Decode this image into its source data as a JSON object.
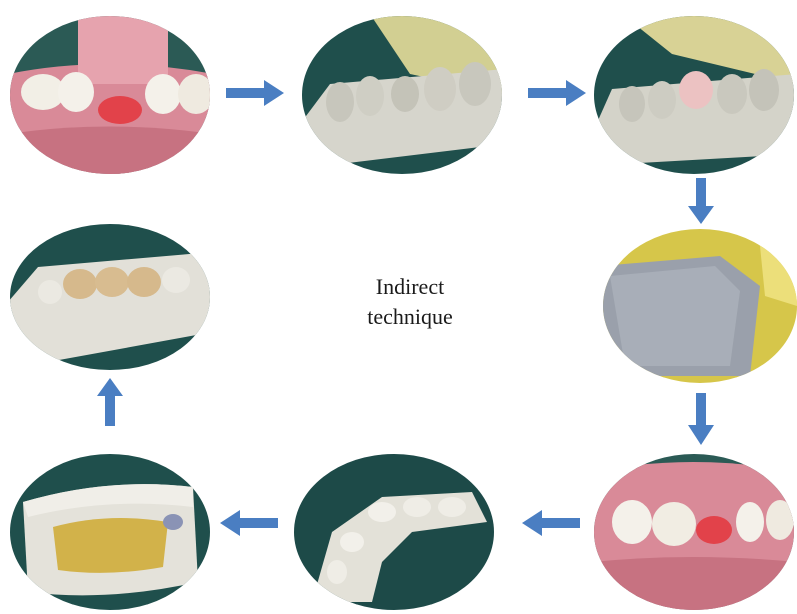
{
  "center_label": {
    "line1": "Indirect",
    "line2": "technique"
  },
  "steps": [
    {
      "name": "step-1-prepared-tooth-typodont"
    },
    {
      "name": "step-2-stone-model"
    },
    {
      "name": "step-3-wax-pattern-on-model"
    },
    {
      "name": "step-4-putty-index"
    },
    {
      "name": "step-5-typodont-with-restoration"
    },
    {
      "name": "step-6-stone-cast-arch"
    },
    {
      "name": "step-7-cast-with-yellow-material"
    },
    {
      "name": "step-8-bridge-on-model"
    }
  ],
  "colors": {
    "arrow": "#4a7ec2",
    "gum": "#d98a98",
    "tooth": "#f1ede3",
    "stone": "#d9d8cf",
    "dark_bg": "#1f4f4c",
    "yellow": "#d8c64c"
  }
}
